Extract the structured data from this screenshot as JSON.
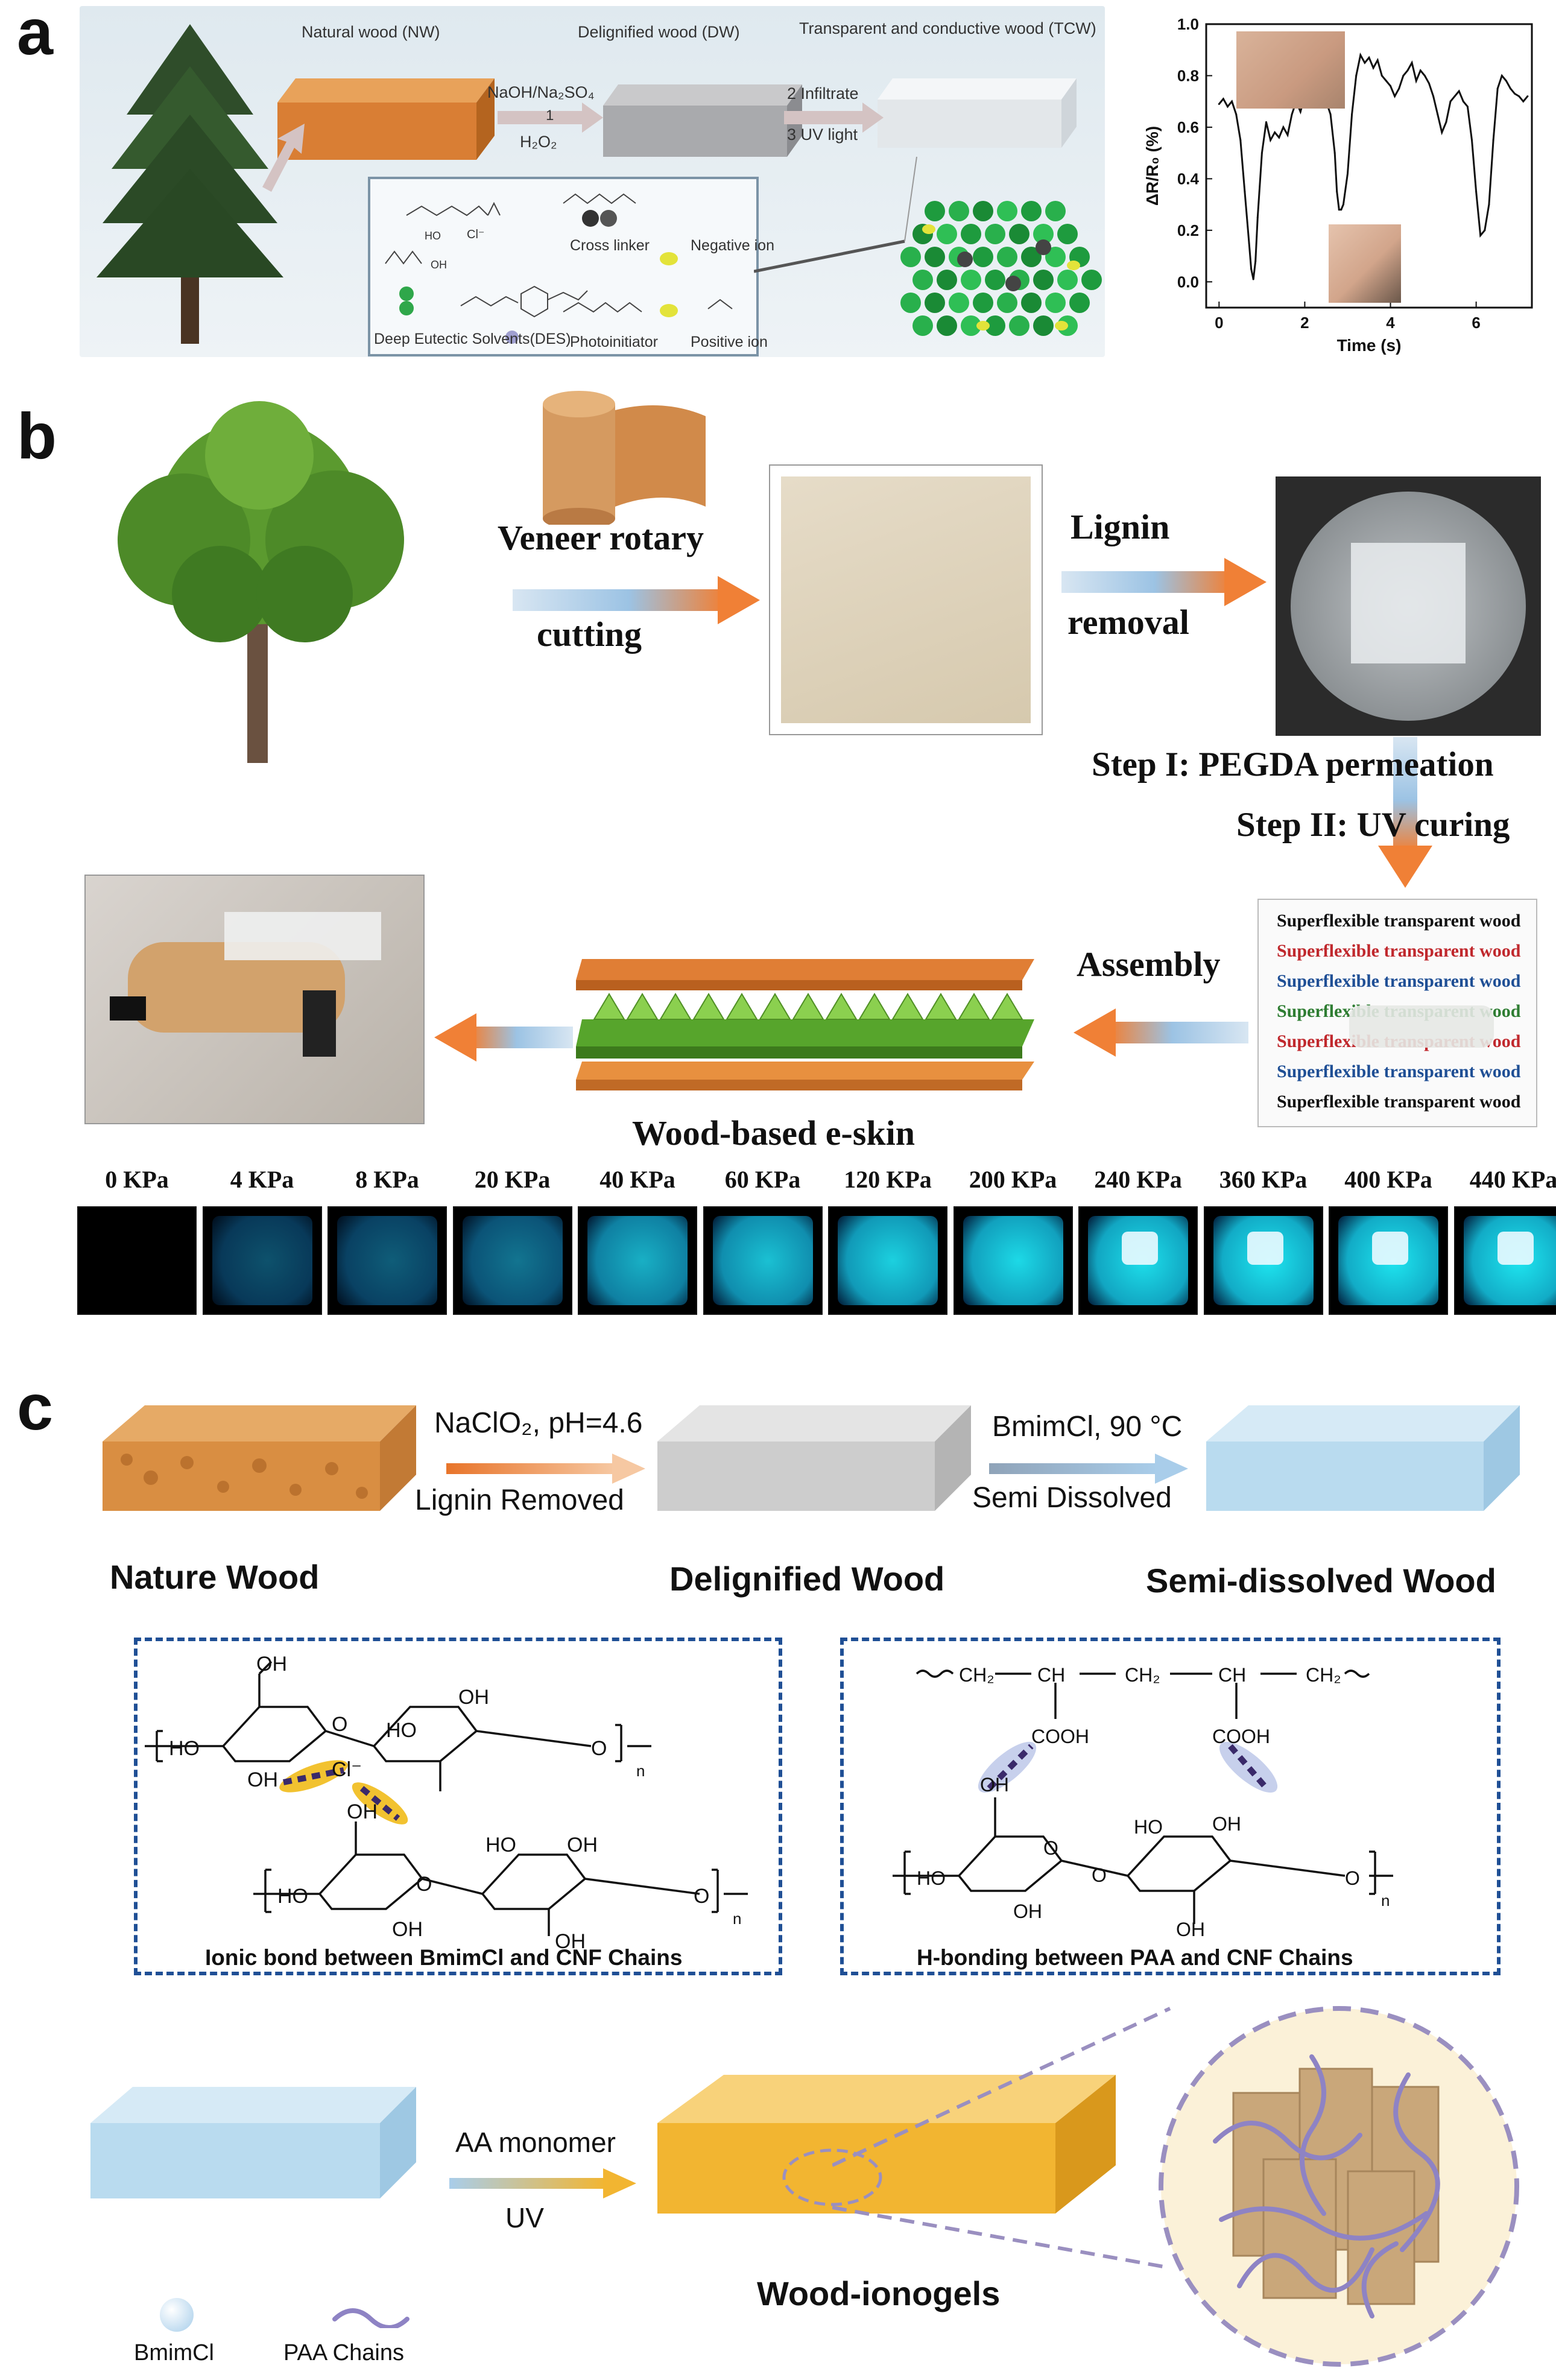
{
  "panel_a": {
    "letter": "a",
    "stage_nw": "Natural wood (NW)",
    "stage_dw": "Delignified wood (DW)",
    "stage_tcw": "Transparent and conductive wood (TCW)",
    "step1_top": "NaOH/Na₂SO₄",
    "step1_num": "1",
    "step1_bottom": "H₂O₂",
    "step2": "2 Infiltrate",
    "step3": "3 UV light",
    "legend_des": "Deep Eutectic Solvents(DES)",
    "legend_crosslinker": "Cross linker",
    "legend_photoinitiator": "Photoinitiator",
    "legend_negative": "Negative ion",
    "legend_positive": "Positive ion",
    "chem_cl": "Cl⁻",
    "chem_oh": "OH",
    "chem_ho": "HO",
    "chart_data": {
      "type": "line",
      "title": "",
      "xlabel": "Time (s)",
      "ylabel": "ΔR/R₀ (%)",
      "xlim": [
        -0.3,
        7.3
      ],
      "ylim": [
        -0.1,
        1.0
      ],
      "xticks": [
        "0",
        "2",
        "4",
        "6"
      ],
      "yticks": [
        "0.0",
        "0.2",
        "0.4",
        "0.6",
        "0.8",
        "1.0"
      ],
      "series": [
        {
          "x": [
            0,
            0.1,
            0.2,
            0.3,
            0.4,
            0.5,
            0.6,
            0.7,
            0.75,
            0.8,
            0.85,
            0.9,
            1.0,
            1.1,
            1.2,
            1.3,
            1.4,
            1.5,
            1.6,
            1.7,
            1.8,
            1.9,
            2.0,
            2.1,
            2.2,
            2.3,
            2.4,
            2.5,
            2.6,
            2.7,
            2.75,
            2.8,
            2.85,
            2.9,
            3.0,
            3.1,
            3.2,
            3.3,
            3.4,
            3.5,
            3.6,
            3.7,
            3.8,
            3.9,
            4.0,
            4.1,
            4.2,
            4.3,
            4.4,
            4.5,
            4.6,
            4.7,
            4.8,
            4.9,
            5.0,
            5.1,
            5.2,
            5.3,
            5.4,
            5.5,
            5.6,
            5.7,
            5.8,
            5.9,
            6.0,
            6.1,
            6.2,
            6.3,
            6.4,
            6.5,
            6.6,
            6.7,
            6.8,
            6.9,
            7.0,
            7.1,
            7.2
          ],
          "y": [
            0.69,
            0.71,
            0.68,
            0.7,
            0.65,
            0.55,
            0.35,
            0.15,
            0.05,
            0.01,
            0.08,
            0.25,
            0.5,
            0.62,
            0.55,
            0.58,
            0.56,
            0.6,
            0.57,
            0.65,
            0.7,
            0.66,
            0.72,
            0.75,
            0.73,
            0.76,
            0.74,
            0.7,
            0.65,
            0.5,
            0.35,
            0.28,
            0.28,
            0.3,
            0.42,
            0.65,
            0.8,
            0.88,
            0.85,
            0.87,
            0.83,
            0.86,
            0.8,
            0.78,
            0.76,
            0.72,
            0.75,
            0.8,
            0.82,
            0.85,
            0.78,
            0.82,
            0.8,
            0.77,
            0.72,
            0.65,
            0.58,
            0.62,
            0.7,
            0.72,
            0.74,
            0.7,
            0.68,
            0.55,
            0.35,
            0.18,
            0.2,
            0.3,
            0.55,
            0.75,
            0.8,
            0.78,
            0.75,
            0.73,
            0.72,
            0.7,
            0.72
          ]
        }
      ]
    }
  },
  "panel_b": {
    "letter": "b",
    "veneer_top": "Veneer rotary",
    "veneer_bottom": "cutting",
    "lignin_top": "Lignin",
    "lignin_bottom": "removal",
    "step1": "Step I: PEGDA permeation",
    "step2": "Step II: UV curing",
    "assembly": "Assembly",
    "eskin": "Wood-based e-skin",
    "sample_lines": [
      {
        "text": "Superflexible transparent wood",
        "color": "#111111"
      },
      {
        "text": "Superflexible transparent wood",
        "color": "#c0282d"
      },
      {
        "text": "Superflexible transparent wood",
        "color": "#1f4f95"
      },
      {
        "text": "Superflexible transparent wood",
        "color": "#2e7d32"
      },
      {
        "text": "Superflexible transparent wood",
        "color": "#c0282d"
      },
      {
        "text": "Superflexible transparent wood",
        "color": "#1f4f95"
      },
      {
        "text": "Superflexible transparent wood",
        "color": "#111111"
      }
    ],
    "pressures": [
      "0 KPa",
      "4 KPa",
      "8 KPa",
      "20 KPa",
      "40 KPa",
      "60 KPa",
      "120 KPa",
      "200 KPa",
      "240 KPa",
      "360 KPa",
      "400 KPa",
      "440 KPa"
    ],
    "glow_levels": [
      0.0,
      0.45,
      0.5,
      0.6,
      0.82,
      0.88,
      0.93,
      0.96,
      0.98,
      1.0,
      1.0,
      1.0
    ]
  },
  "panel_c": {
    "letter": "c",
    "step1_top": "NaClO₂, pH=4.6",
    "step1_bottom": "Lignin Removed",
    "step2_top": "BmimCl, 90 °C",
    "step2_bottom": "Semi Dissolved",
    "nature_wood": "Nature Wood",
    "delignified_wood": "Delignified Wood",
    "semi_dissolved_wood": "Semi-dissolved Wood",
    "ionic_caption": "Ionic bond between BmimCl and CNF Chains",
    "hbond_caption": "H-bonding between PAA and CNF Chains",
    "chem_oh": "OH",
    "chem_ho": "HO",
    "chem_o": "O",
    "chem_n": "n",
    "chem_cl": "Cl⁻",
    "chem_ch2": "CH₂",
    "chem_ch": "CH",
    "chem_cooh": "COOH",
    "aa_monomer": "AA monomer",
    "uv": "UV",
    "wood_ionogels": "Wood-ionogels",
    "legend_bmimcl": "BmimCl",
    "legend_paa": "PAA Chains"
  },
  "colors": {
    "wood_orange": "#e0883a",
    "arrow_orange": "#e8742a",
    "arrow_blue": "#9ec3e6",
    "dash_blue": "#1f4f95",
    "glow_cyan": "#19c3f0",
    "ionogel_yellow": "#f2b531"
  }
}
